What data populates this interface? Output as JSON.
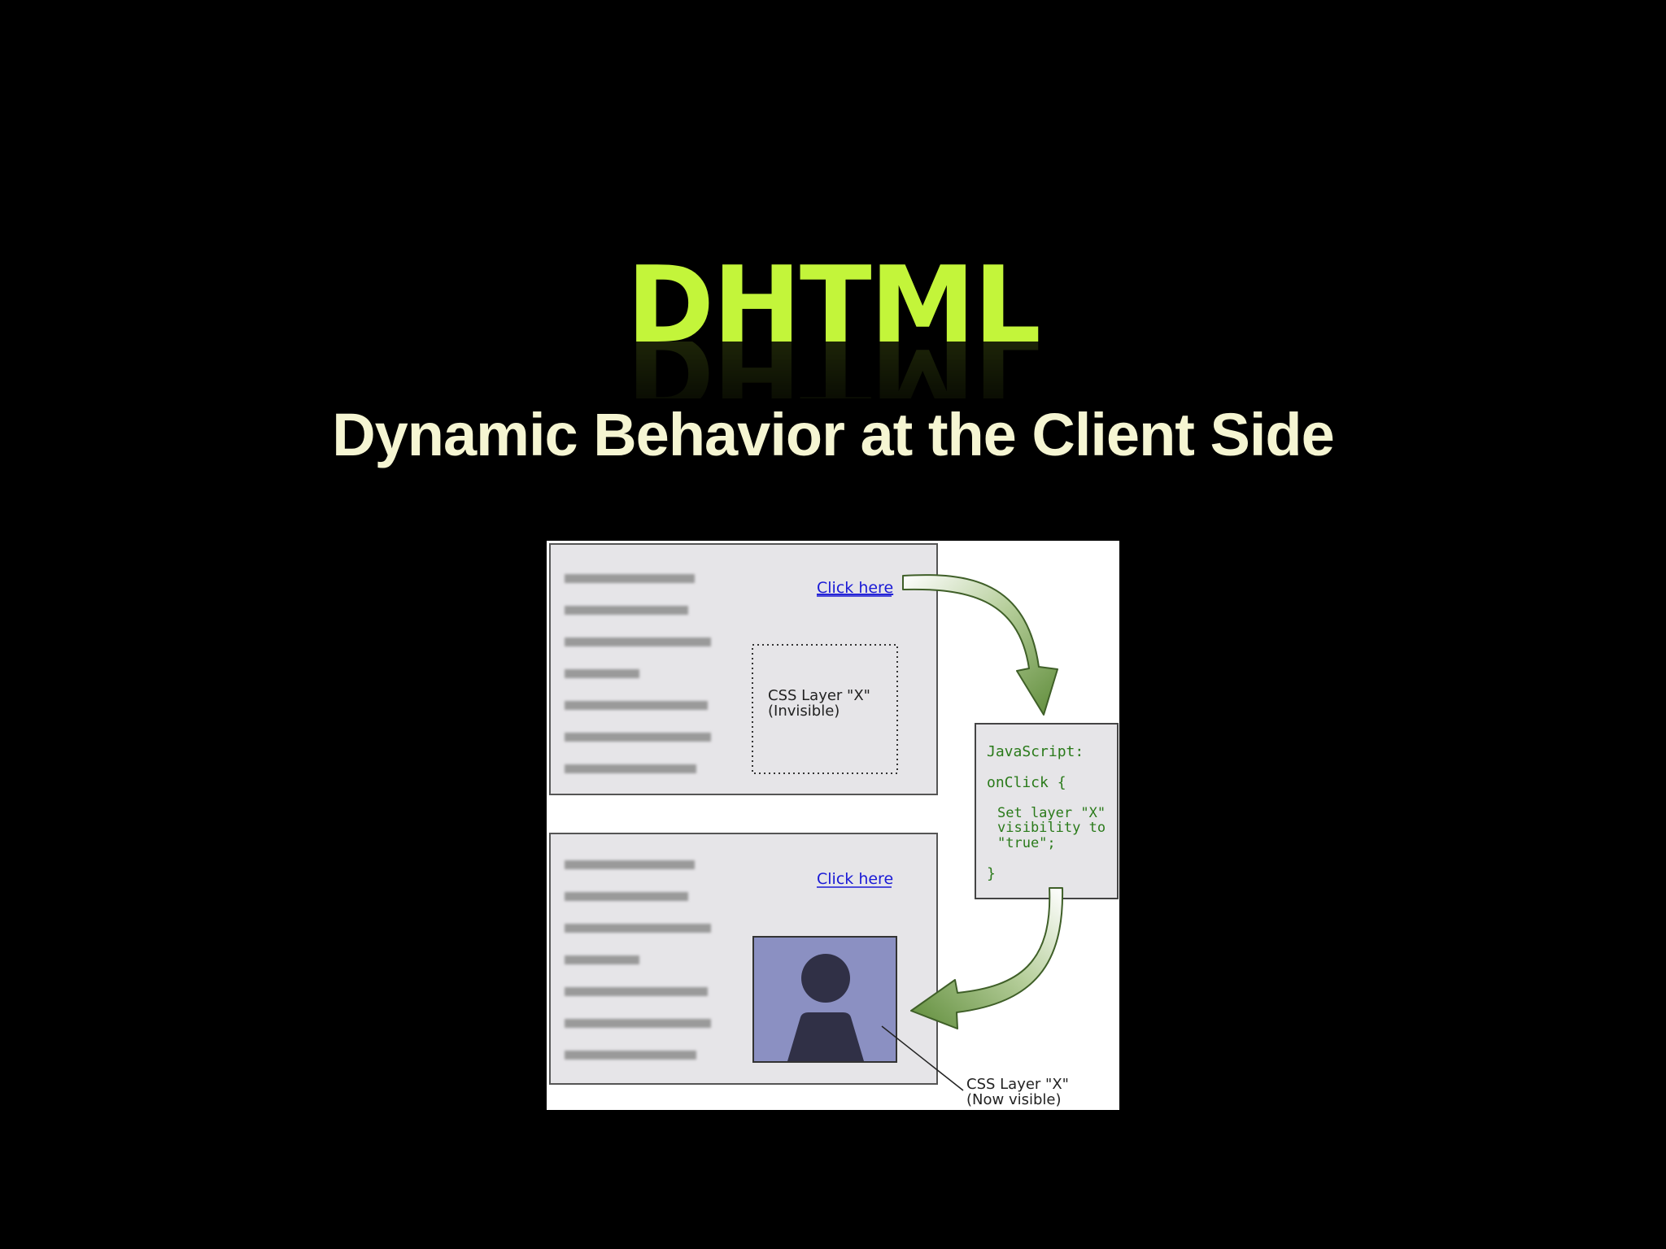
{
  "slide": {
    "title": "DHTML",
    "subtitle": "Dynamic Behavior at the Client Side"
  },
  "diagram": {
    "top_page": {
      "link_label": "Click here",
      "layer_label_line1": "CSS Layer \"X\"",
      "layer_label_line2": "(Invisible)"
    },
    "script_box": {
      "line1": "JavaScript:",
      "line2": "onClick {",
      "line3": "Set layer \"X\"",
      "line4": "visibility to",
      "line5": "\"true\";",
      "line6": "}"
    },
    "bottom_page": {
      "link_label": "Click here",
      "callout_line1": "CSS Layer \"X\"",
      "callout_line2": "(Now visible)"
    },
    "colors": {
      "page_fill": "#e6e5e8",
      "text_line": "#8f8f8f",
      "link": "#1a1ad6",
      "arrow_green": "#6f9a48",
      "code_green": "#2a7a1a",
      "photo_bg": "#8b90c2",
      "silhouette": "#303046"
    }
  }
}
